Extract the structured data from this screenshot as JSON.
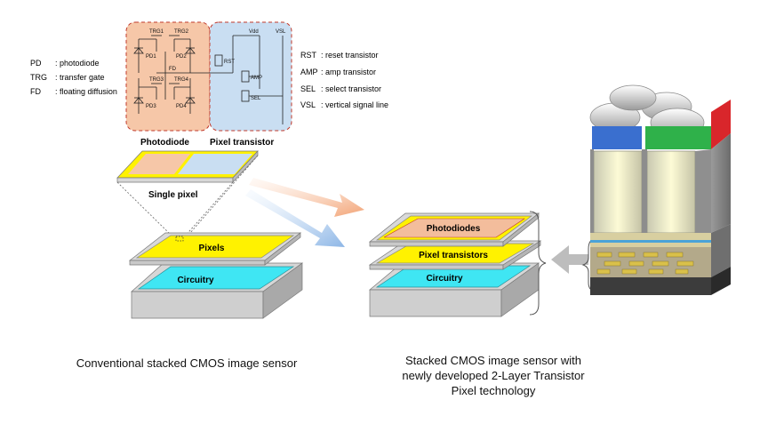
{
  "legend_left": [
    {
      "abbr": "PD",
      "desc": ": photodiode"
    },
    {
      "abbr": "TRG",
      "desc": ": transfer gate"
    },
    {
      "abbr": "FD",
      "desc": ": floating diffusion"
    }
  ],
  "legend_right": [
    {
      "abbr": "RST",
      "desc": ": reset transistor"
    },
    {
      "abbr": "AMP",
      "desc": ": amp transistor"
    },
    {
      "abbr": "SEL",
      "desc": ": select transistor"
    },
    {
      "abbr": "VSL",
      "desc": ": vertical signal line"
    }
  ],
  "circuit": {
    "trg": [
      "TRG1",
      "TRG2",
      "TRG3",
      "TRG4"
    ],
    "pd": [
      "PD1",
      "PD2",
      "PD3",
      "PD4"
    ],
    "fd": "FD",
    "vdd": "Vdd",
    "vsl": "VSL",
    "rst": "RST",
    "amp": "AMP",
    "sel": "SEL",
    "photodiode_label": "Photodiode",
    "pixel_transistor_label": "Pixel transistor"
  },
  "left_stack": {
    "single_pixel_label": "Single pixel",
    "pixels_label": "Pixels",
    "circuitry_label": "Circuitry"
  },
  "right_stack": {
    "photodiodes_label": "Photodiodes",
    "pixel_transistors_label": "Pixel transistors",
    "circuitry_label": "Circuitry"
  },
  "captions": {
    "left": "Conventional stacked CMOS image sensor",
    "right": [
      "Stacked CMOS image sensor with",
      "newly developed 2-Layer Transistor",
      "Pixel technology"
    ]
  },
  "colors": {
    "photodiode_fill": "#f6c7a8",
    "transistor_fill": "#c9def2",
    "pixels_yellow": "#fff200",
    "circuitry_cyan": "#3fe6f3",
    "photodiode_layer": "#f3bd9c",
    "gray_block": "#d6d6d6"
  }
}
